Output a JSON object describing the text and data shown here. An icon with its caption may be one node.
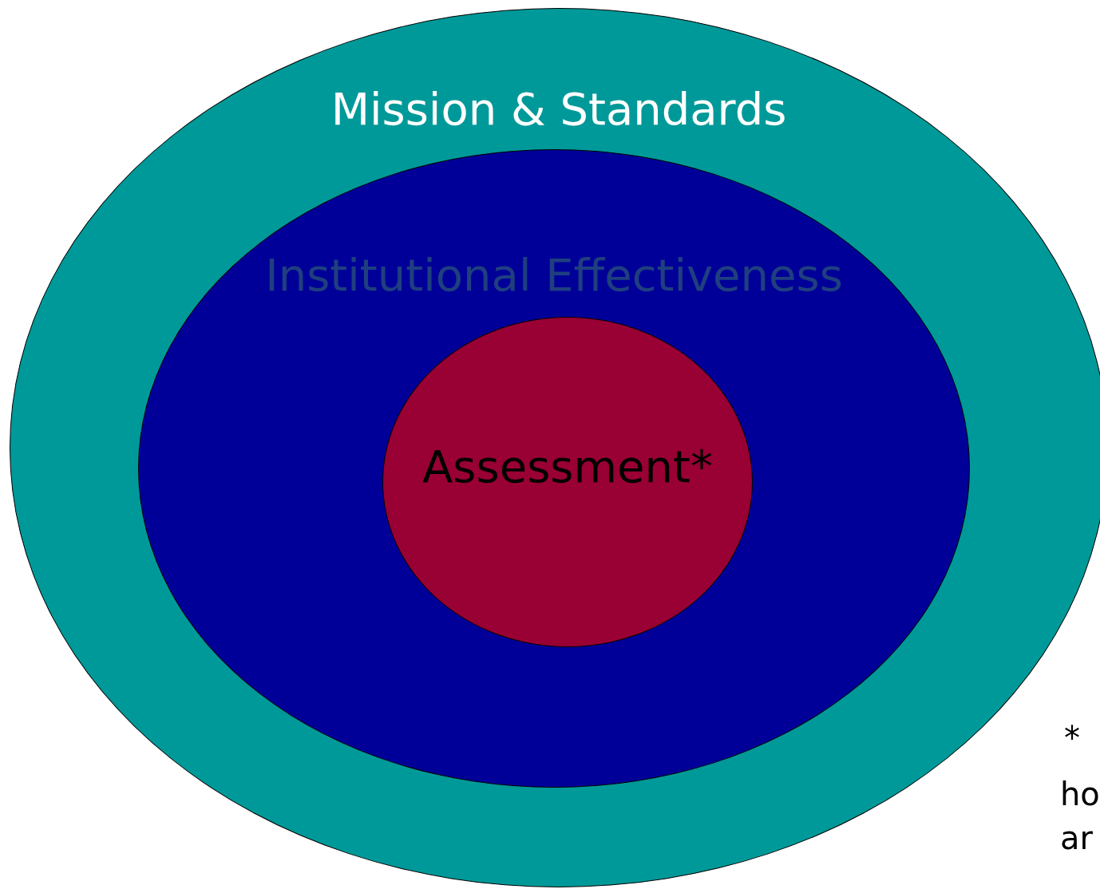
{
  "diagram": {
    "nodes": [
      {
        "text": [
          "Mission & Standards"
        ]
      },
      {
        "text": [
          "Institutional Effectiveness"
        ],
        "in": 0
      },
      {
        "text": [
          "Assessment*"
        ],
        "in": 1
      }
    ],
    "labels": [
      "*",
      "ho",
      "ar"
    ]
  }
}
